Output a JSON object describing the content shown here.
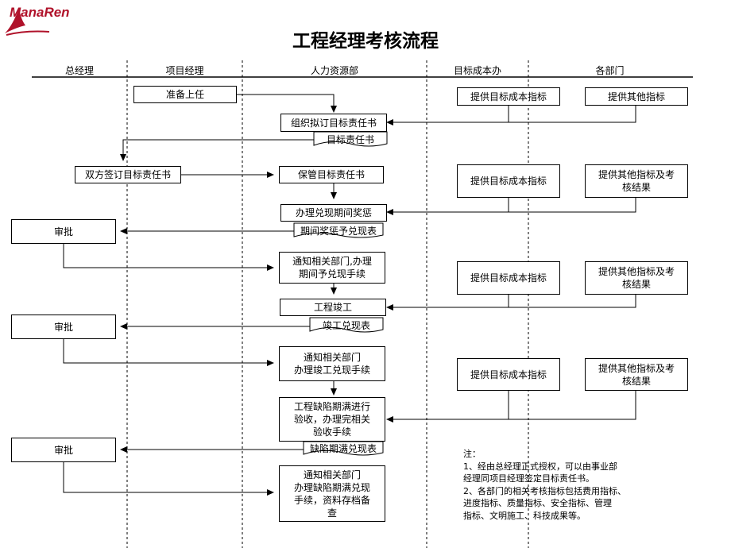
{
  "brand": {
    "logo_text": "ManaRen"
  },
  "title": "工程经理考核流程",
  "lanes": [
    "总经理",
    "项目经理",
    "人力资源部",
    "目标成本办",
    "各部门"
  ],
  "nodes": {
    "prepare": "准备上任",
    "cost1": "提供目标成本指标",
    "other1": "提供其他指标",
    "draft": "组织拟订目标责任书",
    "doc_target": "目标责任书",
    "sign": "双方签订目标责任书",
    "keep": "保管目标责任书",
    "cost2": "提供目标成本指标",
    "other2": "提供其他指标及考\n核结果",
    "interim": "办理兑现期间奖惩",
    "doc_interim": "期间奖惩予兑现表",
    "approve1": "审批",
    "notify1": "通知相关部门,办理\n期间予兑现手续",
    "cost3": "提供目标成本指标",
    "other3": "提供其他指标及考\n核结果",
    "complete": "工程竣工",
    "doc_complete": "竣工兑现表",
    "approve2": "审批",
    "notify2": "通知相关部门\n办理竣工兑现手续",
    "cost4": "提供目标成本指标",
    "other4": "提供其他指标及考\n核结果",
    "defect": "工程缺陷期满进行\n验收，办理完相关\n验收手续",
    "doc_defect": "缺陷期满兑现表",
    "approve3": "审批",
    "notify3": "通知相关部门\n办理缺陷期满兑现\n手续，资料存档备\n查"
  },
  "note": "注：\n1、经由总经理正式授权，可以由事业部\n经理同项目经理签定目标责任书。\n2、各部门的相关考核指标包括费用指标、\n进度指标、质量指标、安全指标、管理\n指标、文明施工、科技成果等。"
}
